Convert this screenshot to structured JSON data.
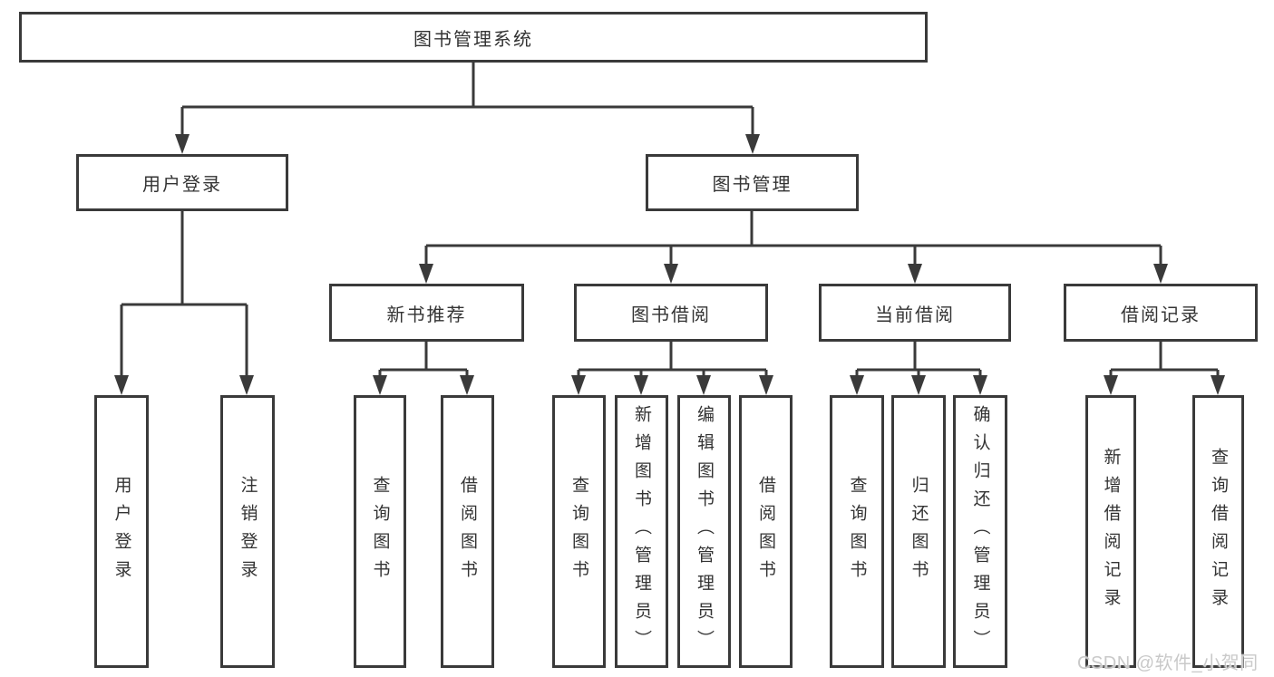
{
  "diagram": {
    "root": {
      "label": "图书管理系统"
    },
    "level1": [
      {
        "label": "用户登录"
      },
      {
        "label": "图书管理"
      }
    ],
    "level2": [
      {
        "label": "新书推荐"
      },
      {
        "label": "图书借阅"
      },
      {
        "label": "当前借阅"
      },
      {
        "label": "借阅记录"
      }
    ],
    "leaves": {
      "user": [
        "用户登录",
        "注销登录"
      ],
      "recommend": [
        "查询图书",
        "借阅图书"
      ],
      "borrow": [
        "查询图书",
        "新增图书（管理员）",
        "编辑图书（管理员）",
        "借阅图书"
      ],
      "current": [
        "查询图书",
        "归还图书",
        "确认归还（管理员）"
      ],
      "records": [
        "新增借阅记录",
        "查询借阅记录"
      ]
    },
    "watermark": "CSDN @软件_小贺同学",
    "colors": {
      "line": "#3a3a3a",
      "box_border": "#3a3a3a",
      "box_background": "#ffffff",
      "text": "#333333",
      "watermark": "#c9c9c9",
      "background": "#ffffff"
    }
  }
}
